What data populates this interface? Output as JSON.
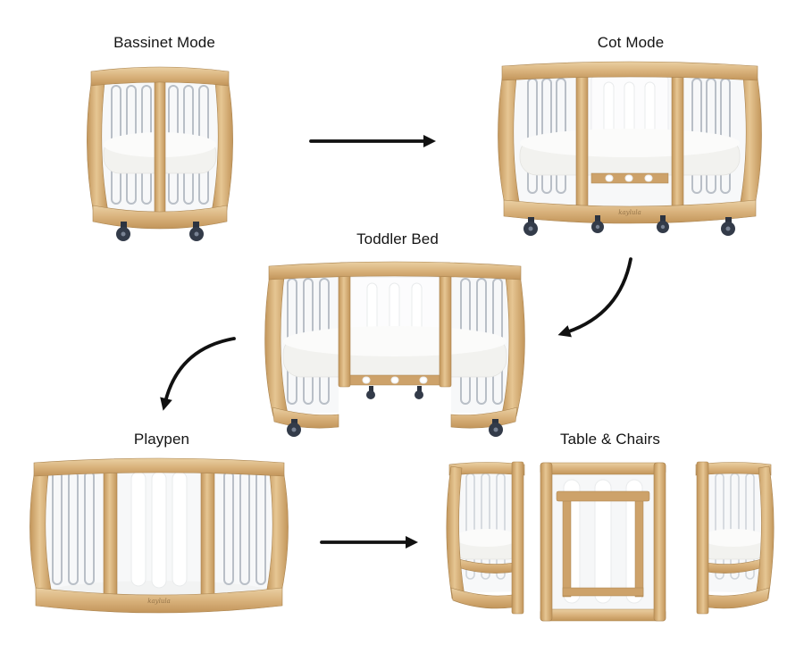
{
  "diagram": {
    "type": "product-conversion-flow",
    "subject": "convertible cot / crib modes",
    "background_color": "#ffffff",
    "label_color": "#141414",
    "arrow_color": "#111111"
  },
  "stages": [
    {
      "id": "bassinet-mode",
      "label": "Bassinet Mode"
    },
    {
      "id": "cot-mode",
      "label": "Cot Mode"
    },
    {
      "id": "toddler-bed",
      "label": "Toddler Bed"
    },
    {
      "id": "playpen",
      "label": "Playpen"
    },
    {
      "id": "table-chairs",
      "label": "Table & Chairs"
    }
  ],
  "flow": {
    "arrows": [
      {
        "from": "Bassinet Mode",
        "to": "Cot Mode",
        "shape": "straight-right"
      },
      {
        "from": "Cot Mode",
        "to": "Toddler Bed",
        "shape": "curved-down-left"
      },
      {
        "from": "Toddler Bed",
        "to": "Playpen",
        "shape": "curved-down-left"
      },
      {
        "from": "Playpen",
        "to": "Table & Chairs",
        "shape": "straight-right"
      }
    ]
  },
  "brand": {
    "logo_text": "kaylula"
  },
  "colors": {
    "wood_light": "#e9cda0",
    "wood_mid": "#d9b27c",
    "wood_dark": "#c09156",
    "mattress": "#f2f2ef",
    "acrylic_edge": "#b9bfc7",
    "caster": "#333b49"
  }
}
